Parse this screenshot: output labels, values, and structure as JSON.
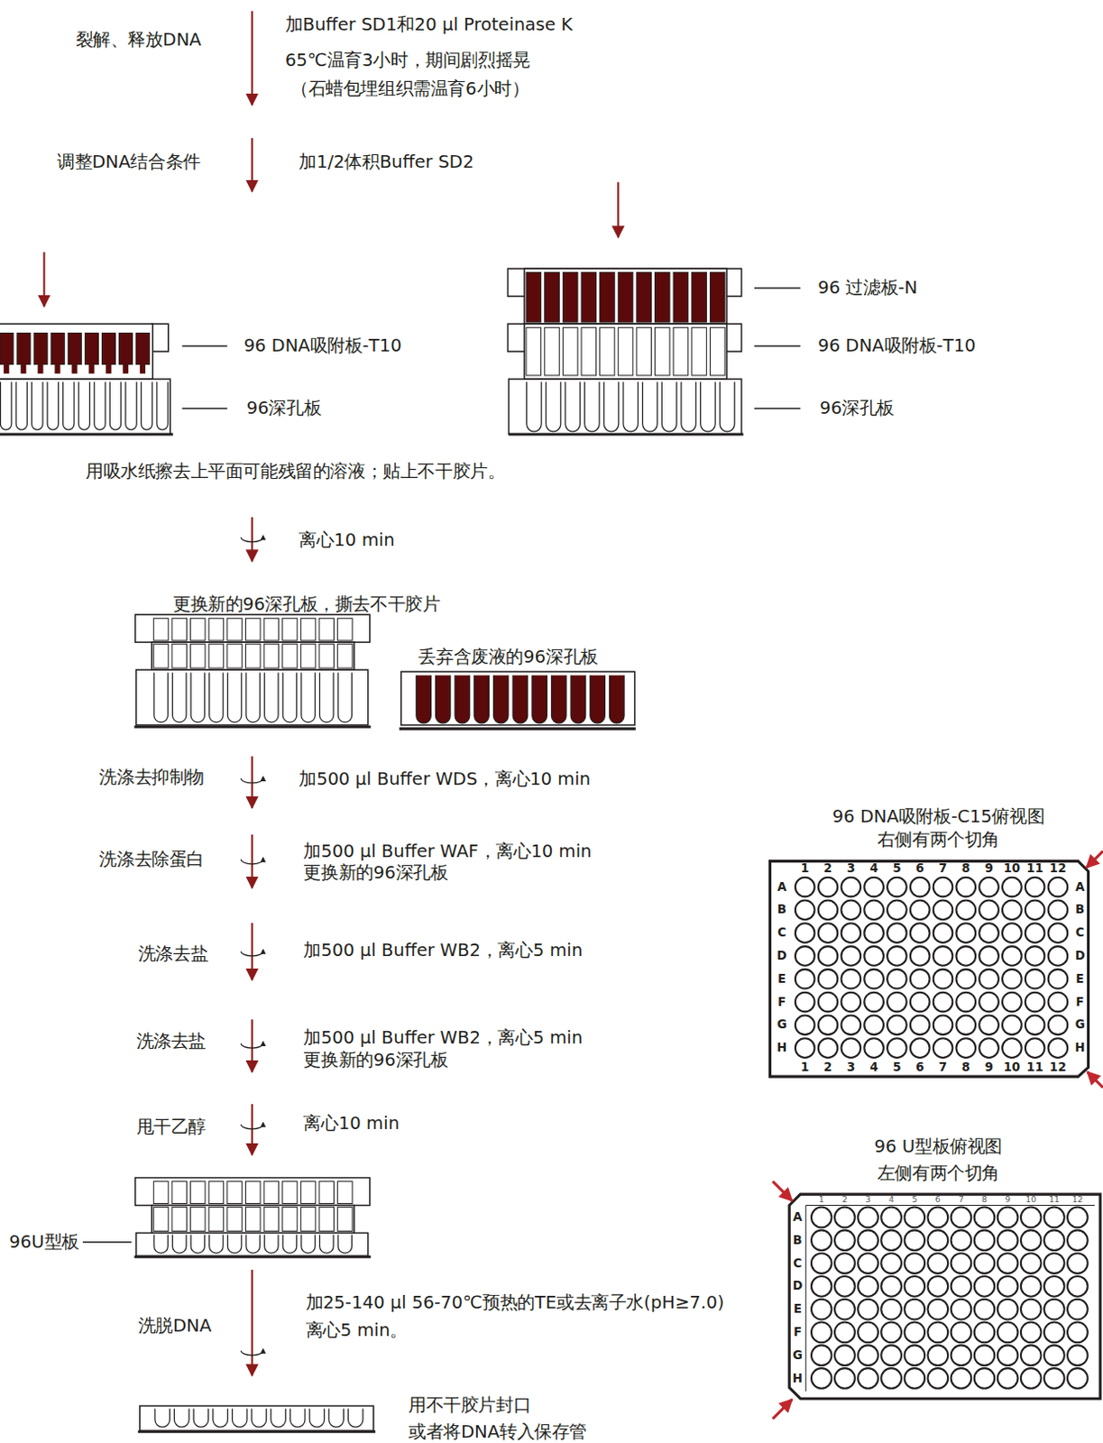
{
  "diagram": {
    "labels": [
      "裂解、释放DNA",
      "加Buffer SD1和20 µl Proteinase K",
      "65℃温育3小时，期间剧烈摇晃",
      "（石蜡包埋组织需温育6小时）",
      "调整DNA结合条件",
      "加1/2体积Buffer SD2",
      "96 DNA吸附板-T10",
      "96深孔板",
      "96 过滤板-N",
      "96 DNA吸附板-T10",
      "96深孔板",
      "用吸水纸擦去上平面可能残留的溶液；贴上不干胶片。",
      "离心10 min",
      "更换新的96深孔板，撕去不干胶片",
      "丢弃含废液的96深孔板",
      "洗涤去抑制物",
      "加500 µl Buffer WDS，离心10 min",
      "洗涤去除蛋白",
      "加500 µl Buffer WAF，离心10 min",
      "更换新的96深孔板",
      "洗涤去盐",
      "加500 µl Buffer WB2，离心5 min",
      "洗涤去盐",
      "加500 µl Buffer WB2，离心5 min",
      "更换新的96深孔板",
      "甩干乙醇",
      "离心10 min",
      "96U型板",
      "洗脱DNA",
      "加25-140 µl 56-70℃预热的TE或去离子水(pH≥7.0)",
      "离心5 min。",
      "用不干胶片封口",
      "或者将DNA转入保存管",
      "96 DNA吸附板-C15俯视图",
      "右侧有两个切角",
      "96 U型板俯视图",
      "左侧有两个切角",
      "1",
      "2",
      "3",
      "4",
      "5",
      "6",
      "7",
      "8",
      "9",
      "10",
      "11",
      "12",
      "A",
      "B",
      "C",
      "D",
      "E",
      "F",
      "G",
      "H",
      "A",
      "B",
      "C",
      "D",
      "E",
      "F",
      "G",
      "H",
      "1",
      "2",
      "3",
      "4",
      "5",
      "6",
      "7",
      "8",
      "9",
      "10",
      "11",
      "12",
      "1",
      "2",
      "3",
      "4",
      "5",
      "6",
      "7",
      "8",
      "9",
      "10",
      "11",
      "12",
      "A",
      "B",
      "C",
      "D",
      "E",
      "F",
      "G",
      "H"
    ]
  }
}
